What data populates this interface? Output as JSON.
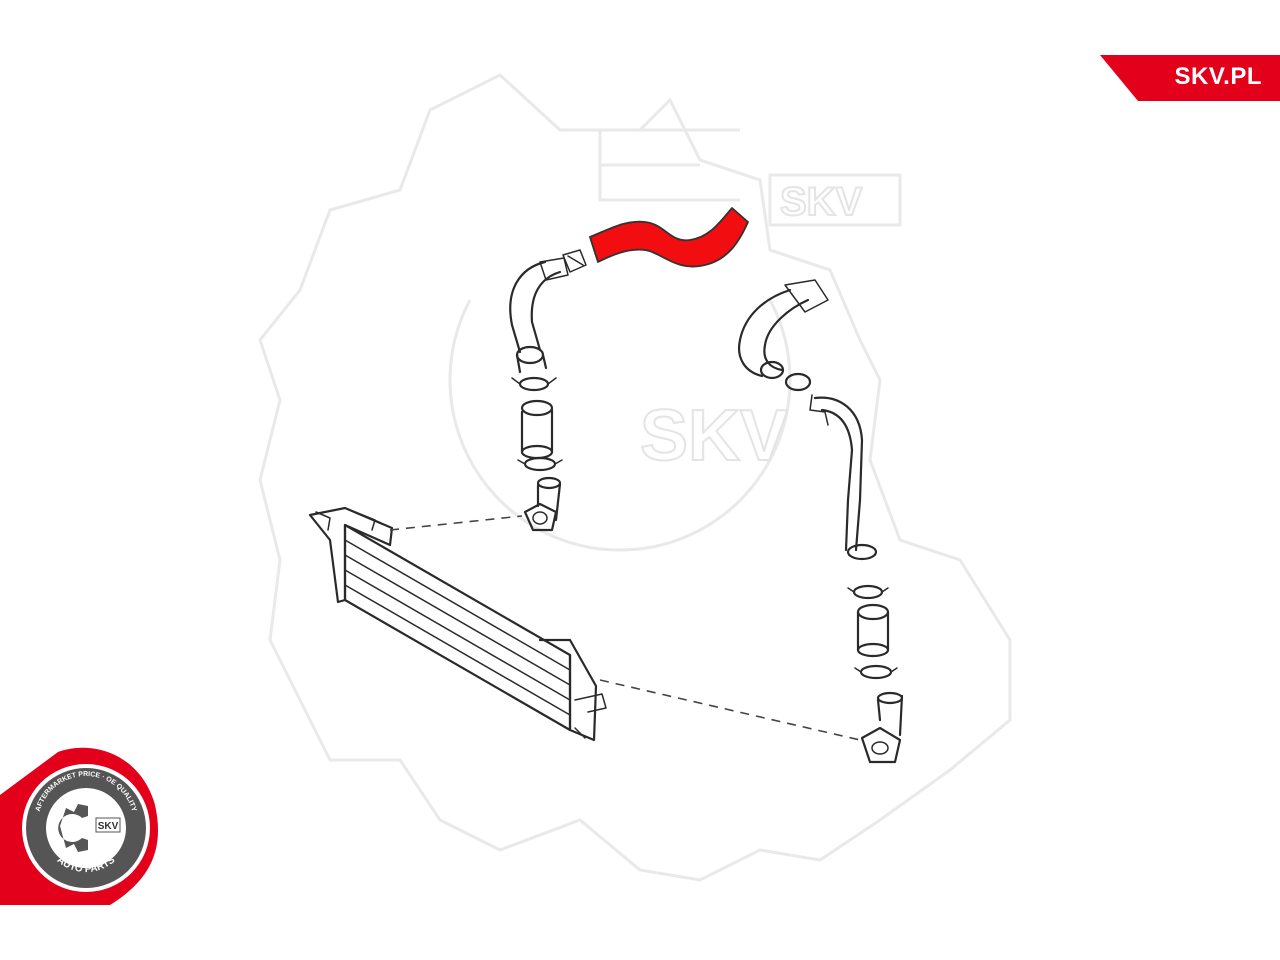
{
  "brand": {
    "tab_text": "SKV.PL",
    "accent_color": "#e3001b"
  },
  "watermark": {
    "large_text": "SKV",
    "small_text": "SKV"
  },
  "badge": {
    "top_arc_text": "AFTERMARKET PRICE · OE QUALITY",
    "center_text": "SKV",
    "bottom_arc_text": "AUTO PARTS"
  },
  "diagram": {
    "highlighted_part": "charge-air-hose",
    "highlight_color": "#f20d10",
    "line_color": "#2a2a2a"
  }
}
